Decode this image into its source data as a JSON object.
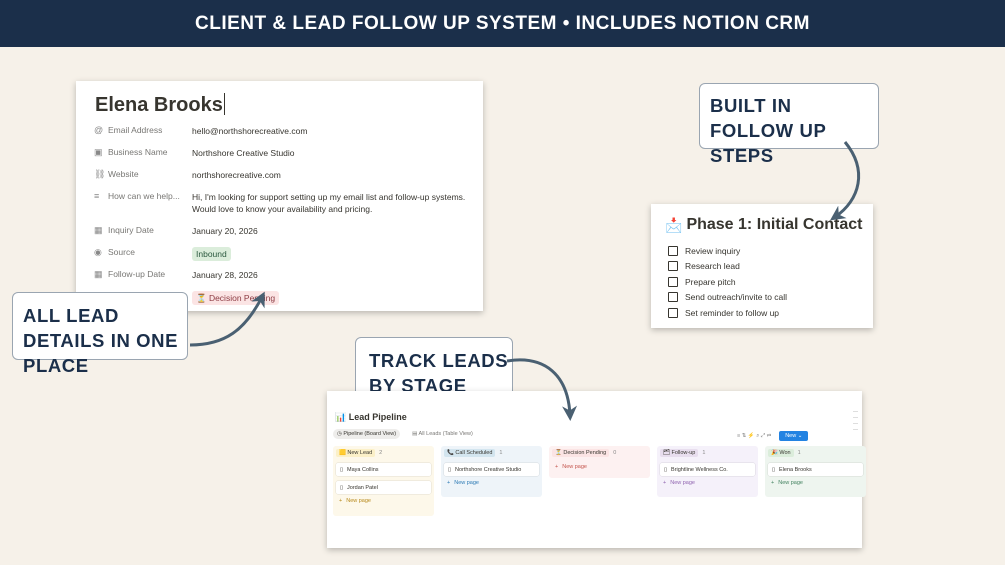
{
  "banner": {
    "title": "CLIENT & LEAD FOLLOW UP SYSTEM • INCLUDES NOTION CRM"
  },
  "profile": {
    "name": "Elena Brooks",
    "props": [
      {
        "icon": "@",
        "label": "Email Address",
        "value": "hello@northshorecreative.com"
      },
      {
        "icon": "▣",
        "label": "Business Name",
        "value": "Northshore Creative Studio"
      },
      {
        "icon": "⛓",
        "label": "Website",
        "value": "northshorecreative.com"
      },
      {
        "icon": "≡",
        "label": "How can we help...",
        "value": "Hi, I'm looking for support setting up my email list and follow-up systems. Would love to know your availability and pricing."
      },
      {
        "icon": "▦",
        "label": "Inquiry Date",
        "value": "January 20, 2026"
      },
      {
        "icon": "◉",
        "label": "Source",
        "value": "Inbound"
      },
      {
        "icon": "▦",
        "label": "Follow-up Date",
        "value": "January 28, 2026"
      },
      {
        "icon": "",
        "label": "",
        "value": "⏳ Decision Pending"
      }
    ]
  },
  "callouts": {
    "all_lead_details": "ALL LEAD DETAILS IN ONE PLACE",
    "built_in": "BUILT IN FOLLOW UP STEPS",
    "track_leads": "TRACK LEADS BY STAGE"
  },
  "phase": {
    "emoji": "📩",
    "title": "Phase 1: Initial Contact",
    "items": [
      "Review inquiry",
      "Research lead",
      "Prepare pitch",
      "Send outreach/invite to call",
      "Set reminder to follow up"
    ]
  },
  "pipeline": {
    "title": "📊 Lead Pipeline",
    "views": [
      "◷ Pipeline (Board View)",
      "▤ All Leads (Table View)"
    ],
    "tools": "≡ ⇅ ⚡ ⌕ ⤢ ⇄",
    "new_label": "New",
    "new_page_label": "New page",
    "columns": [
      {
        "label": "🟨 New Lead",
        "count": "2",
        "cards": [
          "Maya Collins",
          "Jordan Patel"
        ]
      },
      {
        "label": "📞 Call Scheduled",
        "count": "1",
        "cards": [
          "Northshore Creative Studio"
        ]
      },
      {
        "label": "⏳ Decision Pending",
        "count": "0",
        "cards": []
      },
      {
        "label": "🗂 Follow-up",
        "count": "1",
        "cards": [
          "Brightline Wellness Co."
        ]
      },
      {
        "label": "🎉 Won",
        "count": "1",
        "cards": [
          "Elena Brooks"
        ]
      }
    ]
  },
  "colors": {
    "banner": "#1b2f4a",
    "background": "#f6f1e9",
    "arrow": "#4a6072"
  }
}
